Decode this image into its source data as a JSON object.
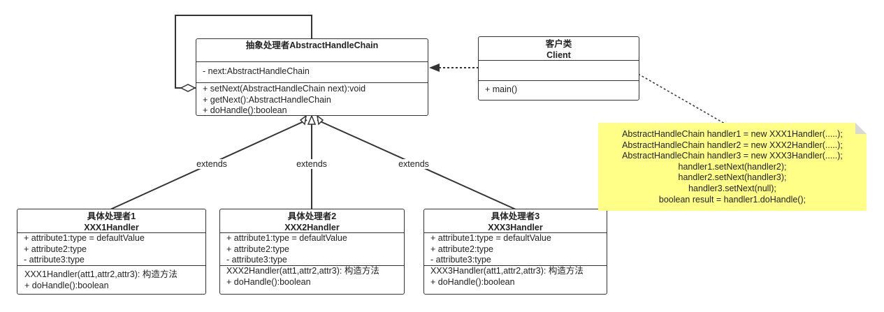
{
  "diagram": {
    "abstract_class": {
      "name": "抽象处理者AbstractHandleChain",
      "attributes": [
        "- next:AbstractHandleChain"
      ],
      "methods": [
        "+ setNext(AbstractHandleChain next):void",
        "+ getNext():AbstractHandleChain",
        "+ doHandle():boolean"
      ]
    },
    "client_class": {
      "name_line1": "客户类",
      "name_line2": "Client",
      "attributes": [],
      "methods": [
        "+ main()"
      ]
    },
    "handlers": [
      {
        "name_line1": "具体处理者1",
        "name_line2": "XXX1Handler",
        "attributes": [
          "+ attribute1:type = defaultValue",
          "+ attribute2:type",
          "- attribute3:type"
        ],
        "methods": [
          "XXX1Handler(att1,attr2,attr3): 构造方法",
          "+ doHandle():boolean"
        ]
      },
      {
        "name_line1": "具体处理者2",
        "name_line2": "XXX2Handler",
        "attributes": [
          "+ attribute1:type = defaultValue",
          "+ attribute2:type",
          "- attribute3:type"
        ],
        "methods": [
          "XXX2Handler(att1,attr2,attr3): 构造方法",
          "+ doHandle():boolean"
        ]
      },
      {
        "name_line1": "具体处理者3",
        "name_line2": "XXX3Handler",
        "attributes": [
          "+ attribute1:type = defaultValue",
          "+ attribute2:type",
          "- attribute3:type"
        ],
        "methods": [
          "XXX3Handler(att1,attr2,attr3): 构造方法",
          "+ doHandle():boolean"
        ]
      }
    ],
    "edge_labels": [
      "extends",
      "extends",
      "extends"
    ],
    "note": {
      "lines": [
        "AbstractHandleChain handler1 = new XXX1Handler(.....);",
        "AbstractHandleChain handler2 = new XXX2Handler(.....);",
        "AbstractHandleChain handler3 = new XXX3Handler(.....);",
        "handler1.setNext(handler2);",
        "handler2.setNext(handler3);",
        "handler3.setNext(null);",
        "boolean result = handler1.doHandle();"
      ],
      "fill_color": "#ffff88"
    },
    "colors": {
      "line": "#333333",
      "text": "#222222",
      "background": "#ffffff"
    }
  }
}
